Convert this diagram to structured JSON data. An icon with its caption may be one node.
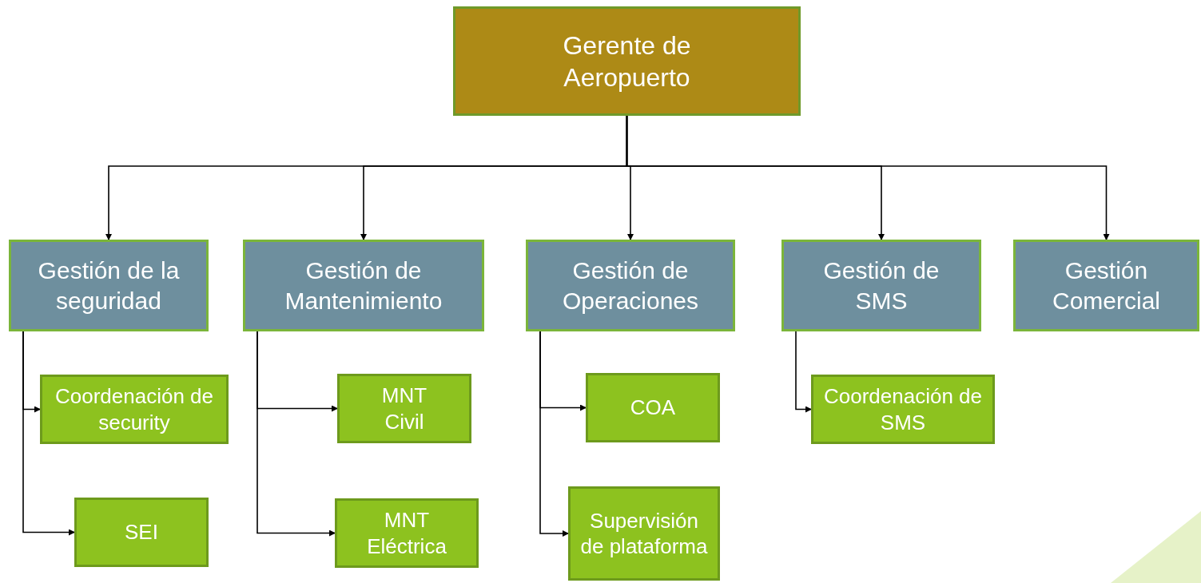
{
  "diagram": {
    "nodes": [
      {
        "text": [
          "Gerente de Aeropuerto"
        ]
      },
      {
        "text": [
          "Gestión de la seguridad"
        ]
      },
      {
        "text": [
          "Gestión de Mantenimiento"
        ]
      },
      {
        "text": [
          "Gestión de Operaciones"
        ]
      },
      {
        "text": [
          "Gestión de SMS"
        ]
      },
      {
        "text": [
          "Gestión Comercial"
        ]
      },
      {
        "text": [
          "Coordenación de security"
        ]
      },
      {
        "text": [
          "SEI"
        ]
      },
      {
        "text": [
          "MNT Civil"
        ]
      },
      {
        "text": [
          "MNT Eléctrica"
        ]
      },
      {
        "text": [
          "COA"
        ]
      },
      {
        "text": [
          "Supervisión de plataforma"
        ]
      },
      {
        "text": [
          "Coordenación de SMS"
        ]
      }
    ],
    "edges": [
      {
        "from": 0,
        "to": 1,
        "arrow": "to"
      },
      {
        "from": 0,
        "to": 2,
        "arrow": "to"
      },
      {
        "from": 0,
        "to": 3,
        "arrow": "to"
      },
      {
        "from": 0,
        "to": 4,
        "arrow": "to"
      },
      {
        "from": 0,
        "to": 5,
        "arrow": "to"
      },
      {
        "from": 1,
        "to": 6,
        "arrow": "to"
      },
      {
        "from": 1,
        "to": 7,
        "arrow": "to"
      },
      {
        "from": 2,
        "to": 8,
        "arrow": "to"
      },
      {
        "from": 2,
        "to": 9,
        "arrow": "to"
      },
      {
        "from": 3,
        "to": 10,
        "arrow": "to"
      },
      {
        "from": 3,
        "to": 11,
        "arrow": "to"
      },
      {
        "from": 4,
        "to": 12,
        "arrow": "to"
      }
    ]
  }
}
